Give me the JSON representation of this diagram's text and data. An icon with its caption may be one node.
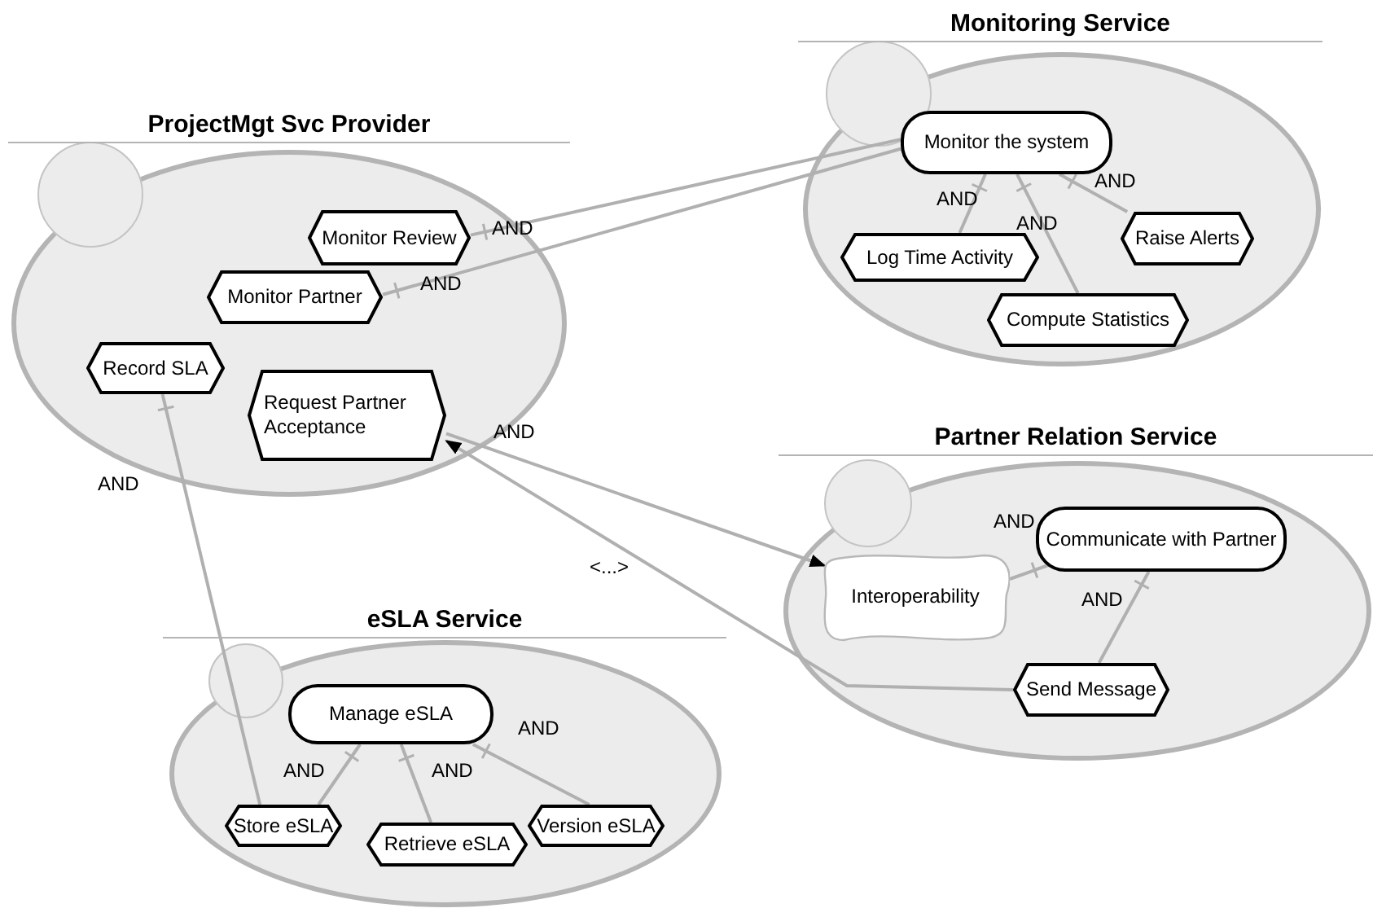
{
  "diagram": {
    "nodes": [
      {
        "text": [
          "ProjectMgt Svc Provider"
        ]
      },
      {
        "text": [
          "Monitor Review"
        ],
        "in": 0
      },
      {
        "text": [
          "Monitor Partner"
        ],
        "in": 0
      },
      {
        "text": [
          "Record SLA"
        ],
        "in": 0
      },
      {
        "text": [
          "Request Partner Acceptance"
        ],
        "in": 0
      },
      {
        "text": [
          "Monitoring Service"
        ]
      },
      {
        "text": [
          "Monitor the system"
        ],
        "in": 5
      },
      {
        "text": [
          "Log Time Activity"
        ],
        "in": 5
      },
      {
        "text": [
          "Compute Statistics"
        ],
        "in": 5
      },
      {
        "text": [
          "Raise Alerts"
        ],
        "in": 5
      },
      {
        "text": [
          "Partner Relation Service"
        ]
      },
      {
        "text": [
          "Communicate with Partner"
        ],
        "in": 10
      },
      {
        "text": [
          "Interoperability"
        ],
        "in": 10
      },
      {
        "text": [
          "Send Message"
        ],
        "in": 10
      },
      {
        "text": [
          "eSLA Service"
        ]
      },
      {
        "text": [
          "Manage eSLA"
        ],
        "in": 14
      },
      {
        "text": [
          "Store eSLA"
        ],
        "in": 14
      },
      {
        "text": [
          "Retrieve eSLA"
        ],
        "in": 14
      },
      {
        "text": [
          "Version eSLA"
        ],
        "in": 14
      }
    ],
    "edges": [
      {
        "from": 6,
        "to": 1,
        "arrow": "other",
        "label": "AND"
      },
      {
        "from": 6,
        "to": 2,
        "arrow": "other",
        "label": "AND"
      },
      {
        "from": 16,
        "to": 3,
        "arrow": "other",
        "label": "AND"
      },
      {
        "from": 4,
        "to": 12,
        "arrow": "to"
      },
      {
        "from": 13,
        "to": 4,
        "arrow": "to",
        "label": "AND"
      },
      {
        "from": 7,
        "to": 6,
        "arrow": "other",
        "label": "AND"
      },
      {
        "from": 8,
        "to": 6,
        "arrow": "other",
        "label": "AND"
      },
      {
        "from": 9,
        "to": 6,
        "arrow": "other",
        "label": "AND"
      },
      {
        "from": 12,
        "to": 11,
        "arrow": "other",
        "label": "AND"
      },
      {
        "from": 13,
        "to": 11,
        "arrow": "other",
        "label": "AND"
      },
      {
        "from": 16,
        "to": 15,
        "arrow": "other",
        "label": "AND"
      },
      {
        "from": 17,
        "to": 15,
        "arrow": "other",
        "label": "AND"
      },
      {
        "from": 18,
        "to": 15,
        "arrow": "other",
        "label": "AND"
      }
    ],
    "labels": [
      "<...>"
    ]
  }
}
